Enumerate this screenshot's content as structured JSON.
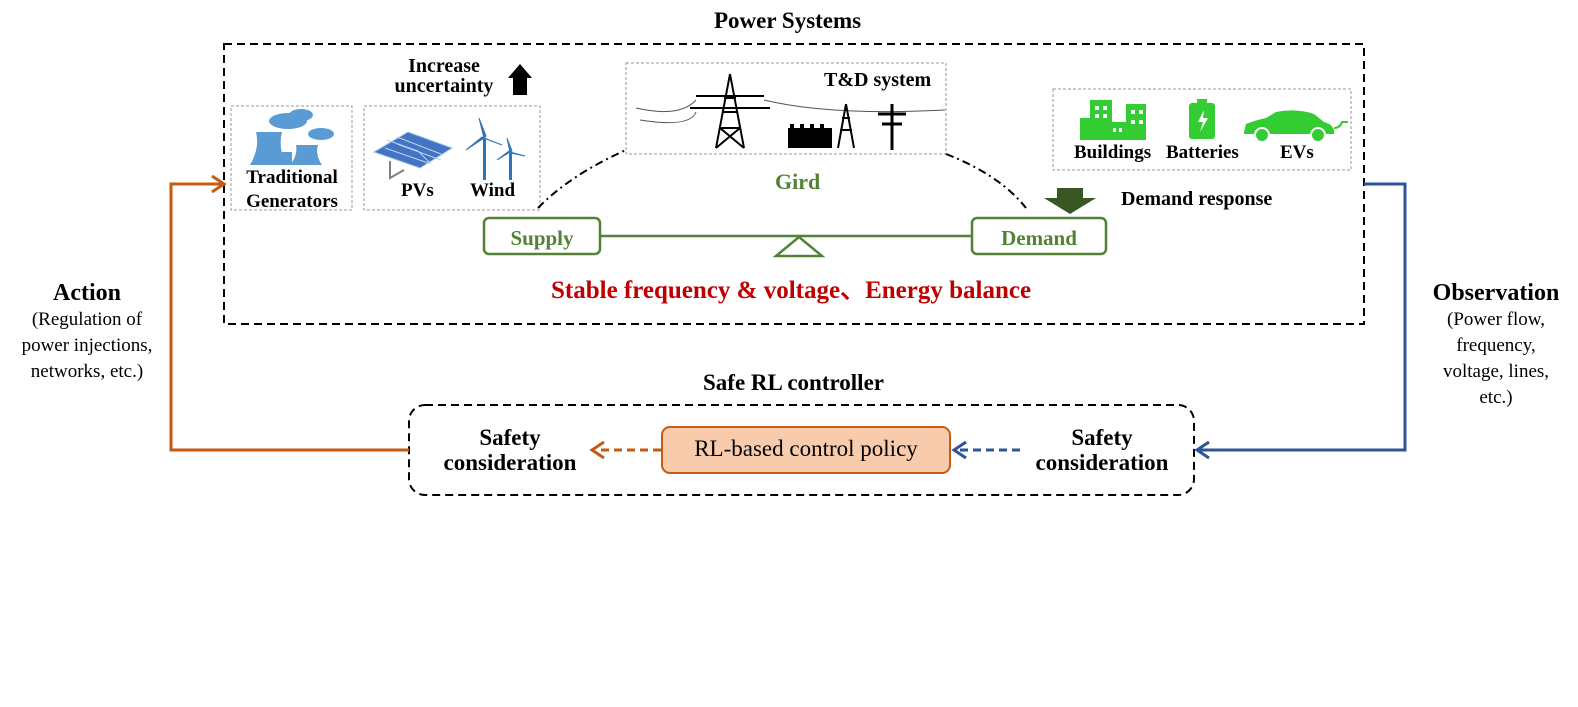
{
  "power_systems": {
    "title": "Power Systems",
    "increase_uncertainty": [
      "Increase",
      "uncertainty"
    ],
    "traditional_generators": [
      "Traditional",
      "Generators"
    ],
    "pvs": "PVs",
    "wind": "Wind",
    "td_system": "T&D system",
    "grid": "Gird",
    "supply": "Supply",
    "demand": "Demand",
    "demand_response": "Demand response",
    "buildings": "Buildings",
    "batteries": "Batteries",
    "evs": "EVs",
    "balance_text": "Stable frequency & voltage、Energy balance"
  },
  "action": {
    "title": "Action",
    "detail": [
      "(Regulation of",
      "power injections,",
      "networks, etc.)"
    ]
  },
  "observation": {
    "title": "Observation",
    "detail": [
      "(Power flow,",
      "frequency,",
      "voltage, lines,",
      "etc.)"
    ]
  },
  "controller": {
    "title": "Safe RL controller",
    "policy": "RL-based control policy",
    "safety_left": [
      "Safety",
      "consideration"
    ],
    "safety_right": [
      "Safety",
      "consideration"
    ]
  },
  "colors": {
    "action_arrow": "#c55a11",
    "observation_arrow": "#2f5597",
    "green": "#538135",
    "policy_fill": "#f8cbad",
    "policy_border": "#c55a11",
    "balance_text": "#c00000",
    "icon_blue": "#5b9bd5",
    "icon_green": "#33cc33"
  }
}
